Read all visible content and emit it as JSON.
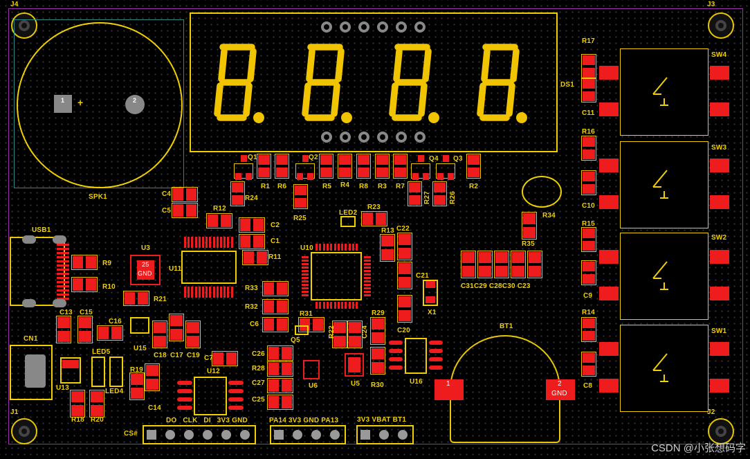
{
  "board": {
    "watermark": "CSDN @小张想码字",
    "plus_sign": "+"
  },
  "labels": {
    "j4": "J4",
    "j3": "J3",
    "j1": "J1",
    "j2": "J2",
    "spk1": "SPK1",
    "ds1": "DS1",
    "usb1": "USB1",
    "cn1": "CN1",
    "bt1": "BT1",
    "x1": "X1",
    "q1": "Q1",
    "q2": "Q2",
    "q3": "Q3",
    "q4": "Q4",
    "q5": "Q5",
    "u3": "U3",
    "u5": "U5",
    "u6": "U6",
    "u10": "U10",
    "u11": "U11",
    "u12": "U12",
    "u13": "U13",
    "u15": "U15",
    "u16": "U16",
    "led2": "LED2",
    "led4": "LED4",
    "led5": "LED5",
    "sw1": "SW1",
    "sw2": "SW2",
    "sw3": "SW3",
    "sw4": "SW4",
    "r1": "R1",
    "r2": "R2",
    "r3": "R3",
    "r4": "R4",
    "r5": "R5",
    "r6": "R6",
    "r7": "R7",
    "r8": "R8",
    "r9": "R9",
    "r10": "R10",
    "r11": "R11",
    "r12": "R12",
    "r13": "R13",
    "r14": "R14",
    "r15": "R15",
    "r16": "R16",
    "r17": "R17",
    "r18": "R18",
    "r19": "R19",
    "r20": "R20",
    "r21": "R21",
    "r22": "R22",
    "r23": "R23",
    "r24": "R24",
    "r25": "R25",
    "r26": "R26",
    "r27": "R27",
    "r28": "R28",
    "r29": "R29",
    "r30": "R30",
    "r31": "R31",
    "r32": "R32",
    "r33": "R33",
    "r34": "R34",
    "r35": "R35",
    "c1": "C1",
    "c2": "C2",
    "c4": "C4",
    "c5": "C5",
    "c6": "C6",
    "c7": "C7",
    "c8": "C8",
    "c9": "C9",
    "c10": "C10",
    "c11": "C11",
    "c13": "C13",
    "c14": "C14",
    "c15": "C15",
    "c16": "C16",
    "c17": "C17",
    "c18": "C18",
    "c19": "C19",
    "c20": "C20",
    "c21": "C21",
    "c22": "C22",
    "c23": "C23",
    "c24": "C24",
    "c25": "C25",
    "c26": "C26",
    "c27": "C27",
    "c_row": "C31C29 C28C30 C23",
    "cs": "CS#",
    "hdr1": "DO   CLK   DI   3V3 GND",
    "hdr2": "PA14 3V3 GND PA13",
    "hdr3": "3V3 VBAT BT1",
    "u3_pad": "25",
    "u3_gnd": "GND",
    "spk_pin1": "1",
    "spk_pin2": "2",
    "bt_pin1": "1",
    "bt_pin2": "2",
    "bt_gnd": "GND"
  }
}
